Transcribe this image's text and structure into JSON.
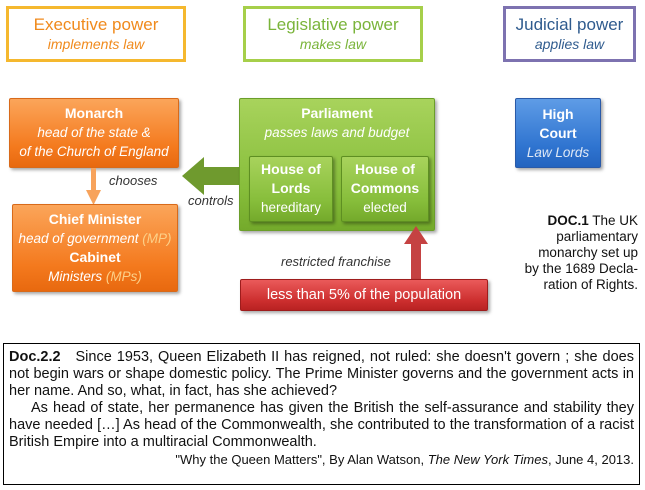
{
  "powers": {
    "executive": {
      "title": "Executive power",
      "subtitle": "implements law",
      "color": "#f5a623"
    },
    "legislative": {
      "title": "Legislative power",
      "subtitle": "makes law",
      "color": "#8dc63f"
    },
    "judicial": {
      "title": "Judicial power",
      "subtitle": "applies law",
      "color": "#6b5fa5"
    }
  },
  "monarch": {
    "title": "Monarch",
    "line1": "head of the state &",
    "line2": "of the Church of England"
  },
  "chooses_label": "chooses",
  "chief": {
    "title": "Chief Minister",
    "line1": "head of government",
    "line1_paren": "(MP)",
    "cabinet": "Cabinet",
    "ministers": "Ministers",
    "ministers_paren": "(MPs)"
  },
  "controls_label": "controls",
  "parliament": {
    "title": "Parliament",
    "subtitle": "passes laws and budget"
  },
  "lords": {
    "line1": "House of",
    "line2": "Lords",
    "sub": "hereditary"
  },
  "commons": {
    "line1": "House of",
    "line2": "Commons",
    "sub": "elected"
  },
  "high_court": {
    "line1": "High",
    "line2": "Court",
    "sub": "Law Lords"
  },
  "franchise": {
    "label": "restricted franchise",
    "box": "less than 5% of the population"
  },
  "doc1": {
    "bold": "DOC.1",
    "text": "The UK parliamentary monarchy set up by the 1689 Declaration of Rights."
  },
  "doc1_lines": [
    "DOC.1 The UK",
    "parliamentary",
    "monarchy set up",
    "by the 1689 Decla-",
    "ration of Rights."
  ],
  "doc22": {
    "label": "Doc.2.2",
    "para1": "Since 1953, Queen Elizabeth II has reigned, not ruled: she doesn't govern ; she does not begin wars or shape domestic policy. The Prime Minister governs and the government acts in her name. And so, what, in fact, has she achieved?",
    "para2": "As head of state, her permanence has given the British the self-assurance and stability they have needed […] As head of the Commonwealth, she contributed to the transformation of a racist British Empire into a multiracial Commonwealth.",
    "cite_pre": "\"Why the Queen Matters\", By Alan Watson,",
    "cite_pub": "The New York Times",
    "cite_post": ", June 4, 2013."
  }
}
